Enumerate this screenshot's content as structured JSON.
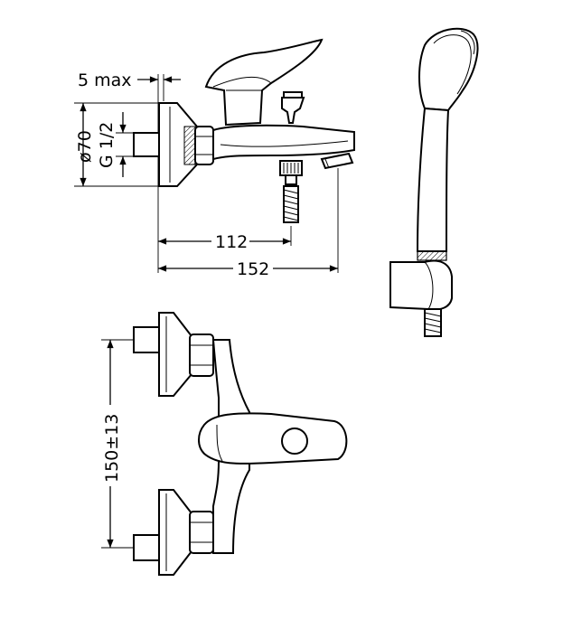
{
  "dimensions": {
    "wall_gap": "5 max",
    "flange_diameter": "ø70",
    "thread": "G 1/2",
    "spout_offset": "112",
    "total_depth": "152",
    "center_distance": "150±13"
  },
  "colors": {
    "line": "#000000",
    "background": "#ffffff"
  }
}
